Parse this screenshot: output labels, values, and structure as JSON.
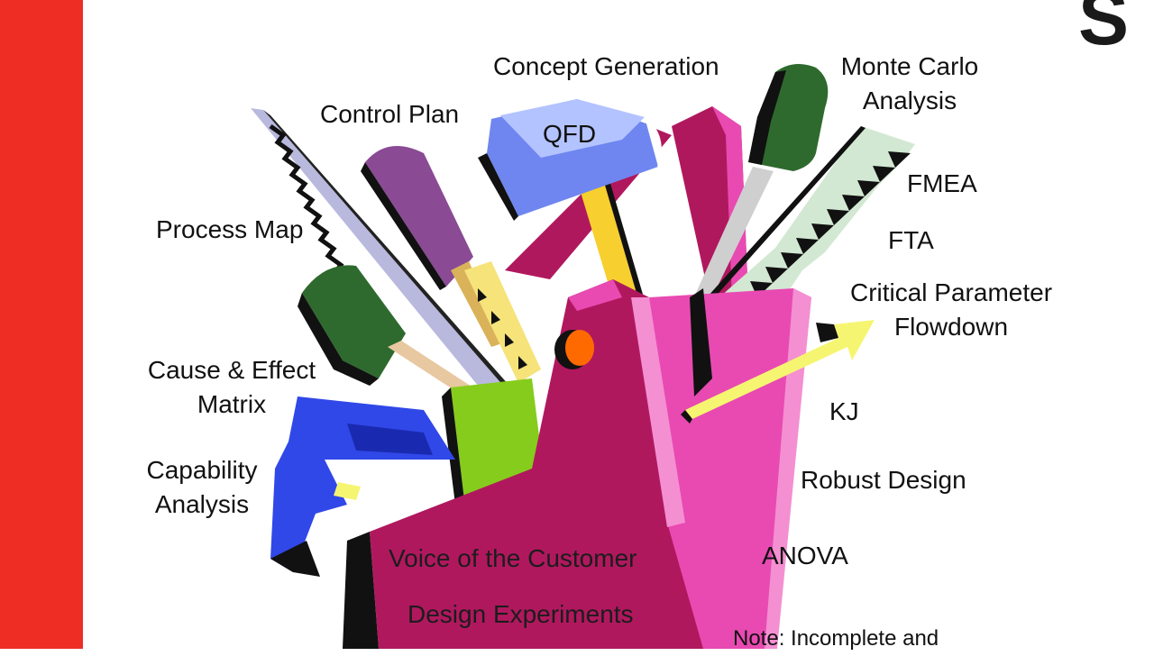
{
  "logo": {
    "text": "S"
  },
  "colors": {
    "accent_red": "#ee2e24",
    "toolbox_magenta": "#b0185e",
    "toolbox_pink": "#e84ab2",
    "toolbox_light_pink": "#f48fd2",
    "hammer_blue": "#6f86f0",
    "file_lavender": "#b9b9de",
    "screwdriver_purple": "#8a4a94",
    "green": "#2e6a2e",
    "saw_mint": "#d2e8d2",
    "arrow_yellow": "#f6f571",
    "lime": "#86cc1c",
    "stapler_blue": "#3048e8",
    "yellow_handle": "#f7cf2e",
    "clasp_orange": "#ff6a00"
  },
  "labels": {
    "concept_generation": "Concept Generation",
    "qfd": "QFD",
    "control_plan": "Control Plan",
    "monte_carlo_1": "Monte Carlo",
    "monte_carlo_2": "Analysis",
    "fmea": "FMEA",
    "fta": "FTA",
    "process_map": "Process Map",
    "critical_parameter_1": "Critical Parameter",
    "critical_parameter_2": "Flowdown",
    "cause_effect_1": "Cause & Effect",
    "cause_effect_2": "Matrix",
    "kj": "KJ",
    "capability_1": "Capability",
    "capability_2": "Analysis",
    "robust_design": "Robust Design",
    "anova": "ANOVA",
    "voice_of_customer": "Voice of the Customer",
    "design_experiments": "Design Experiments",
    "note": "Note: Incomplete and"
  }
}
